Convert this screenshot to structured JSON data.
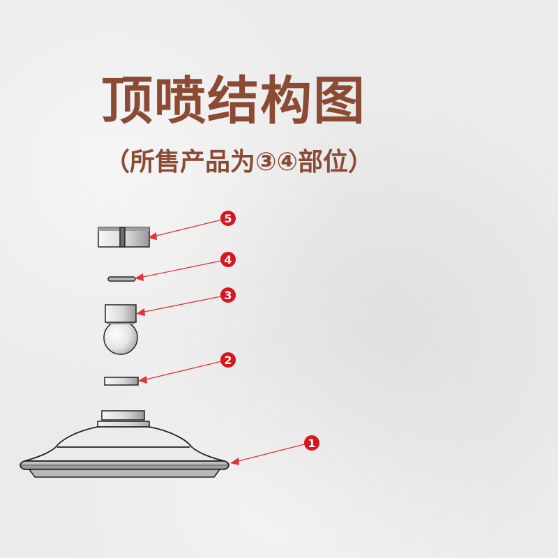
{
  "header": {
    "title": "顶喷结构图",
    "subtitle": "（所售产品为③④部位）"
  },
  "colors": {
    "title": "#8b4a34",
    "badge": "#d8141c",
    "leader_line": "#e2323a",
    "outline": "#222222",
    "background": "#ebebeb"
  },
  "parts": [
    {
      "number": "5",
      "label": "5",
      "component": "top-clip-cap"
    },
    {
      "number": "4",
      "label": "4",
      "component": "thin-washer"
    },
    {
      "number": "3",
      "label": "3",
      "component": "ball-nozzle"
    },
    {
      "number": "2",
      "label": "2",
      "component": "flat-washer"
    },
    {
      "number": "1",
      "label": "1",
      "component": "dome-base"
    }
  ]
}
